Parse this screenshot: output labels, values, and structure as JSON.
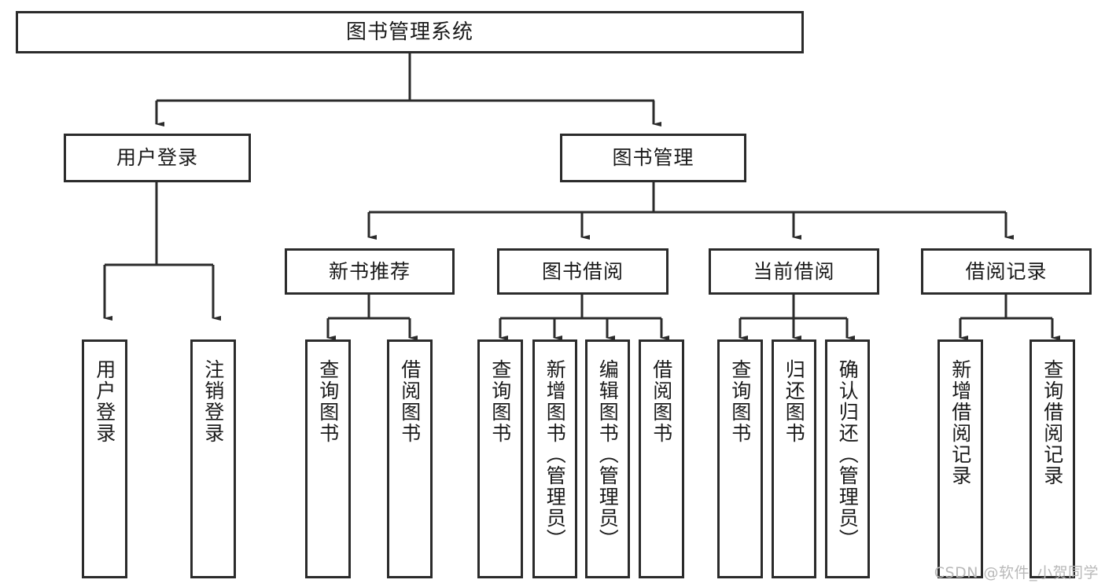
{
  "diagram": {
    "type": "tree",
    "title": "图书管理系统",
    "orientation": "top-down",
    "root": {
      "id": "root",
      "label": "图书管理系统",
      "text_orientation": "horizontal"
    },
    "level2": [
      {
        "id": "user-login",
        "label": "用户登录",
        "text_orientation": "horizontal"
      },
      {
        "id": "book-manage",
        "label": "图书管理",
        "text_orientation": "horizontal"
      }
    ],
    "level3": [
      {
        "id": "new-book-recommend",
        "label": "新书推荐",
        "parent": "book-manage",
        "text_orientation": "horizontal"
      },
      {
        "id": "book-borrow",
        "label": "图书借阅",
        "parent": "book-manage",
        "text_orientation": "horizontal"
      },
      {
        "id": "current-borrow",
        "label": "当前借阅",
        "parent": "book-manage",
        "text_orientation": "horizontal"
      },
      {
        "id": "borrow-record",
        "label": "借阅记录",
        "parent": "book-manage",
        "text_orientation": "horizontal"
      }
    ],
    "leaves": [
      {
        "id": "leaf-user-login",
        "label": "用户登录",
        "parent": "user-login",
        "text_orientation": "vertical"
      },
      {
        "id": "leaf-user-logout",
        "label": "注销登录",
        "parent": "user-login",
        "text_orientation": "vertical"
      },
      {
        "id": "leaf-query-book-1",
        "label": "查询图书",
        "parent": "new-book-recommend",
        "text_orientation": "vertical"
      },
      {
        "id": "leaf-borrow-book-1",
        "label": "借阅图书",
        "parent": "new-book-recommend",
        "text_orientation": "vertical"
      },
      {
        "id": "leaf-query-book-2",
        "label": "查询图书",
        "parent": "book-borrow",
        "text_orientation": "vertical"
      },
      {
        "id": "leaf-add-book",
        "label": "新增图书（管理员）",
        "parent": "book-borrow",
        "text_orientation": "vertical"
      },
      {
        "id": "leaf-edit-book",
        "label": "编辑图书（管理员）",
        "parent": "book-borrow",
        "text_orientation": "vertical"
      },
      {
        "id": "leaf-borrow-book-2",
        "label": "借阅图书",
        "parent": "book-borrow",
        "text_orientation": "vertical"
      },
      {
        "id": "leaf-query-book-3",
        "label": "查询图书",
        "parent": "current-borrow",
        "text_orientation": "vertical"
      },
      {
        "id": "leaf-return-book",
        "label": "归还图书",
        "parent": "current-borrow",
        "text_orientation": "vertical"
      },
      {
        "id": "leaf-confirm-return",
        "label": "确认归还（管理员）",
        "parent": "current-borrow",
        "text_orientation": "vertical"
      },
      {
        "id": "leaf-add-record",
        "label": "新增借阅记录",
        "parent": "borrow-record",
        "text_orientation": "vertical"
      },
      {
        "id": "leaf-query-record",
        "label": "查询借阅记录",
        "parent": "borrow-record",
        "text_orientation": "vertical"
      }
    ],
    "colors": {
      "background": "#ffffff",
      "box_fill": "#ffffff",
      "box_stroke": "#2b2b2b",
      "connector": "#2b2b2b",
      "text": "#1a1a1a",
      "watermark": "#b9b9b9"
    }
  },
  "watermark": {
    "text": "CSDN @软件_小贺同学"
  }
}
